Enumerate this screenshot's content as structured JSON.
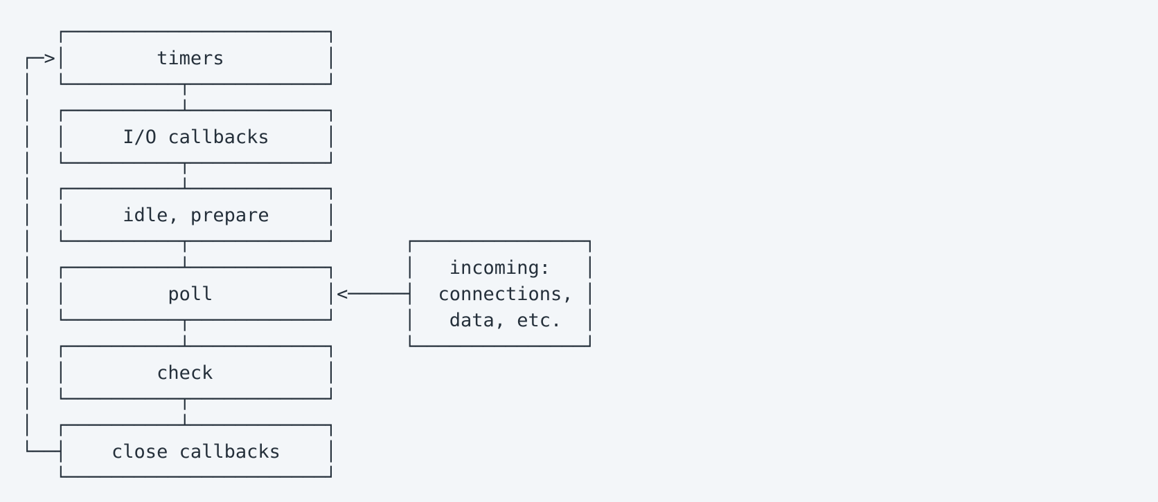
{
  "colors": {
    "background": "#f3f6f9",
    "text": "#25303b"
  },
  "diagram": {
    "type": "ascii-flowchart",
    "phases": [
      "timers",
      "I/O callbacks",
      "idle, prepare",
      "poll",
      "check",
      "close callbacks"
    ],
    "side_box_lines": [
      "incoming:",
      "connections,",
      "data, etc."
    ],
    "flow": {
      "loop": "close callbacks -> timers",
      "side_arrow": "incoming connections/data -> poll"
    },
    "lines": [
      "   ┌───────────────────────┐",
      "┌─>│        timers         │",
      "│  └──────────┬────────────┘",
      "│  ┌──────────┴────────────┐",
      "│  │     I/O callbacks     │",
      "│  └──────────┬────────────┘",
      "│  ┌──────────┴────────────┐",
      "│  │     idle, prepare     │",
      "│  └──────────┬────────────┘      ┌───────────────┐",
      "│  ┌──────────┴────────────┐      │   incoming:   │",
      "│  │         poll          │<─────┤  connections, │",
      "│  └──────────┬────────────┘      │   data, etc.  │",
      "│  ┌──────────┴────────────┐      └───────────────┘",
      "│  │        check          │",
      "│  └──────────┬────────────┘",
      "│  ┌──────────┴────────────┐",
      "└──┤    close callbacks    │",
      "   └───────────────────────┘"
    ]
  }
}
